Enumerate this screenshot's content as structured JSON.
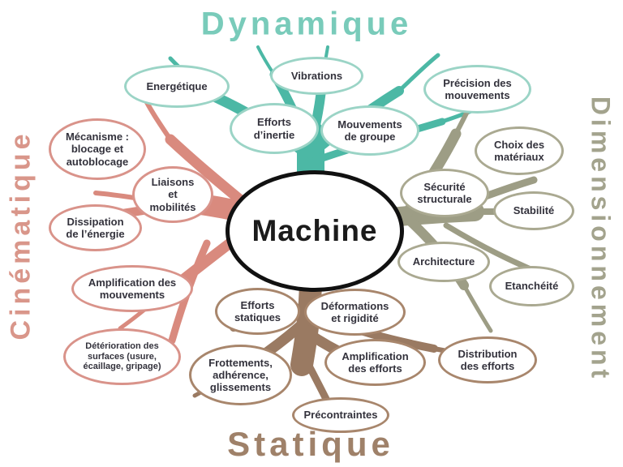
{
  "center": {
    "label": "Machine"
  },
  "branches": {
    "dynamique": {
      "title": "Dynamique",
      "accent_color": "#79cbba",
      "branch_color": "#4cb8a5",
      "nodes": [
        {
          "label": "Energétique"
        },
        {
          "label": "Vibrations"
        },
        {
          "label": "Efforts\nd’inertie"
        },
        {
          "label": "Mouvements\nde groupe"
        },
        {
          "label": "Précision des\nmouvements"
        }
      ]
    },
    "dimensionnement": {
      "title": "Dimensionnement",
      "accent_color": "#a3a38d",
      "branch_color": "#9d9d85",
      "nodes": [
        {
          "label": "Choix des\nmatériaux"
        },
        {
          "label": "Sécurité\nstructurale"
        },
        {
          "label": "Stabilité"
        },
        {
          "label": "Architecture"
        },
        {
          "label": "Etanchéité"
        }
      ]
    },
    "statique": {
      "title": "Statique",
      "accent_color": "#9f8169",
      "branch_color": "#9a7a62",
      "nodes": [
        {
          "label": "Efforts\nstatiques"
        },
        {
          "label": "Déformations\net rigidité"
        },
        {
          "label": "Frottements,\nadhérence,\nglissements"
        },
        {
          "label": "Amplification\ndes efforts"
        },
        {
          "label": "Distribution\ndes efforts"
        },
        {
          "label": "Précontraintes"
        }
      ]
    },
    "cinematique": {
      "title": "Cinématique",
      "accent_color": "#d9968a",
      "branch_color": "#d98a7e",
      "nodes": [
        {
          "label": "Mécanisme :\nblocage et\nautoblocage"
        },
        {
          "label": "Liaisons\net\nmobilités"
        },
        {
          "label": "Dissipation\nde l’énergie"
        },
        {
          "label": "Amplification des\nmouvements"
        },
        {
          "label": "Détérioration des\nsurfaces (usure,\nécaillage, gripage)"
        }
      ]
    }
  }
}
